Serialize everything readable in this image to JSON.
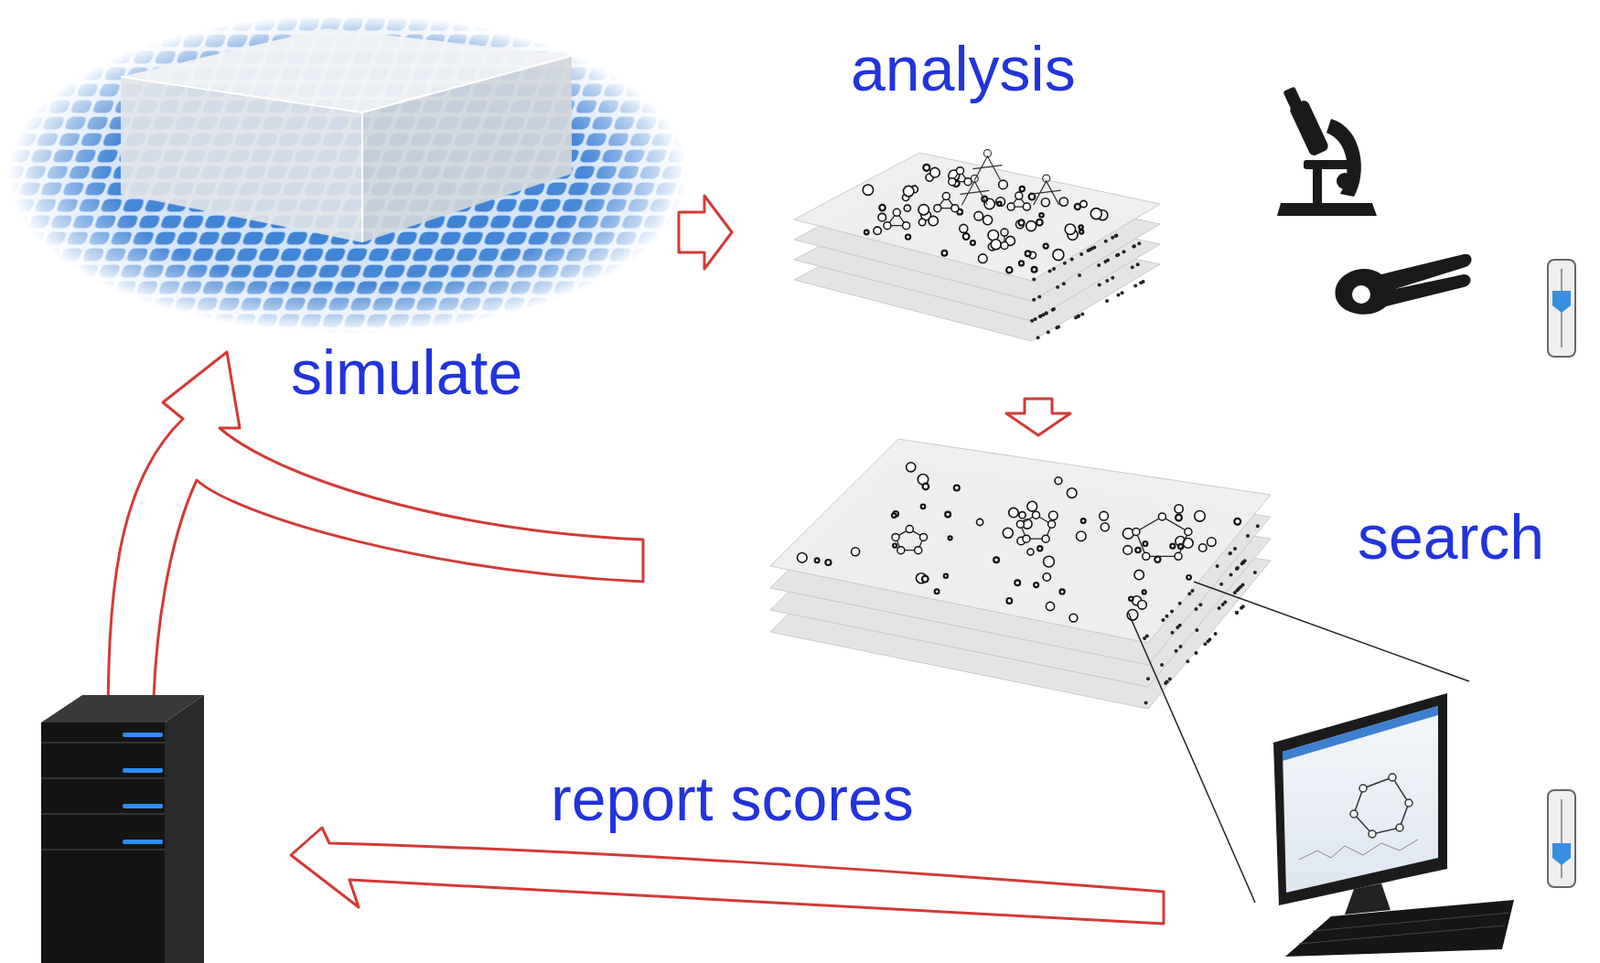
{
  "diagram": {
    "labels": [
      "analysis",
      "simulate",
      "search",
      "report scores"
    ]
  }
}
